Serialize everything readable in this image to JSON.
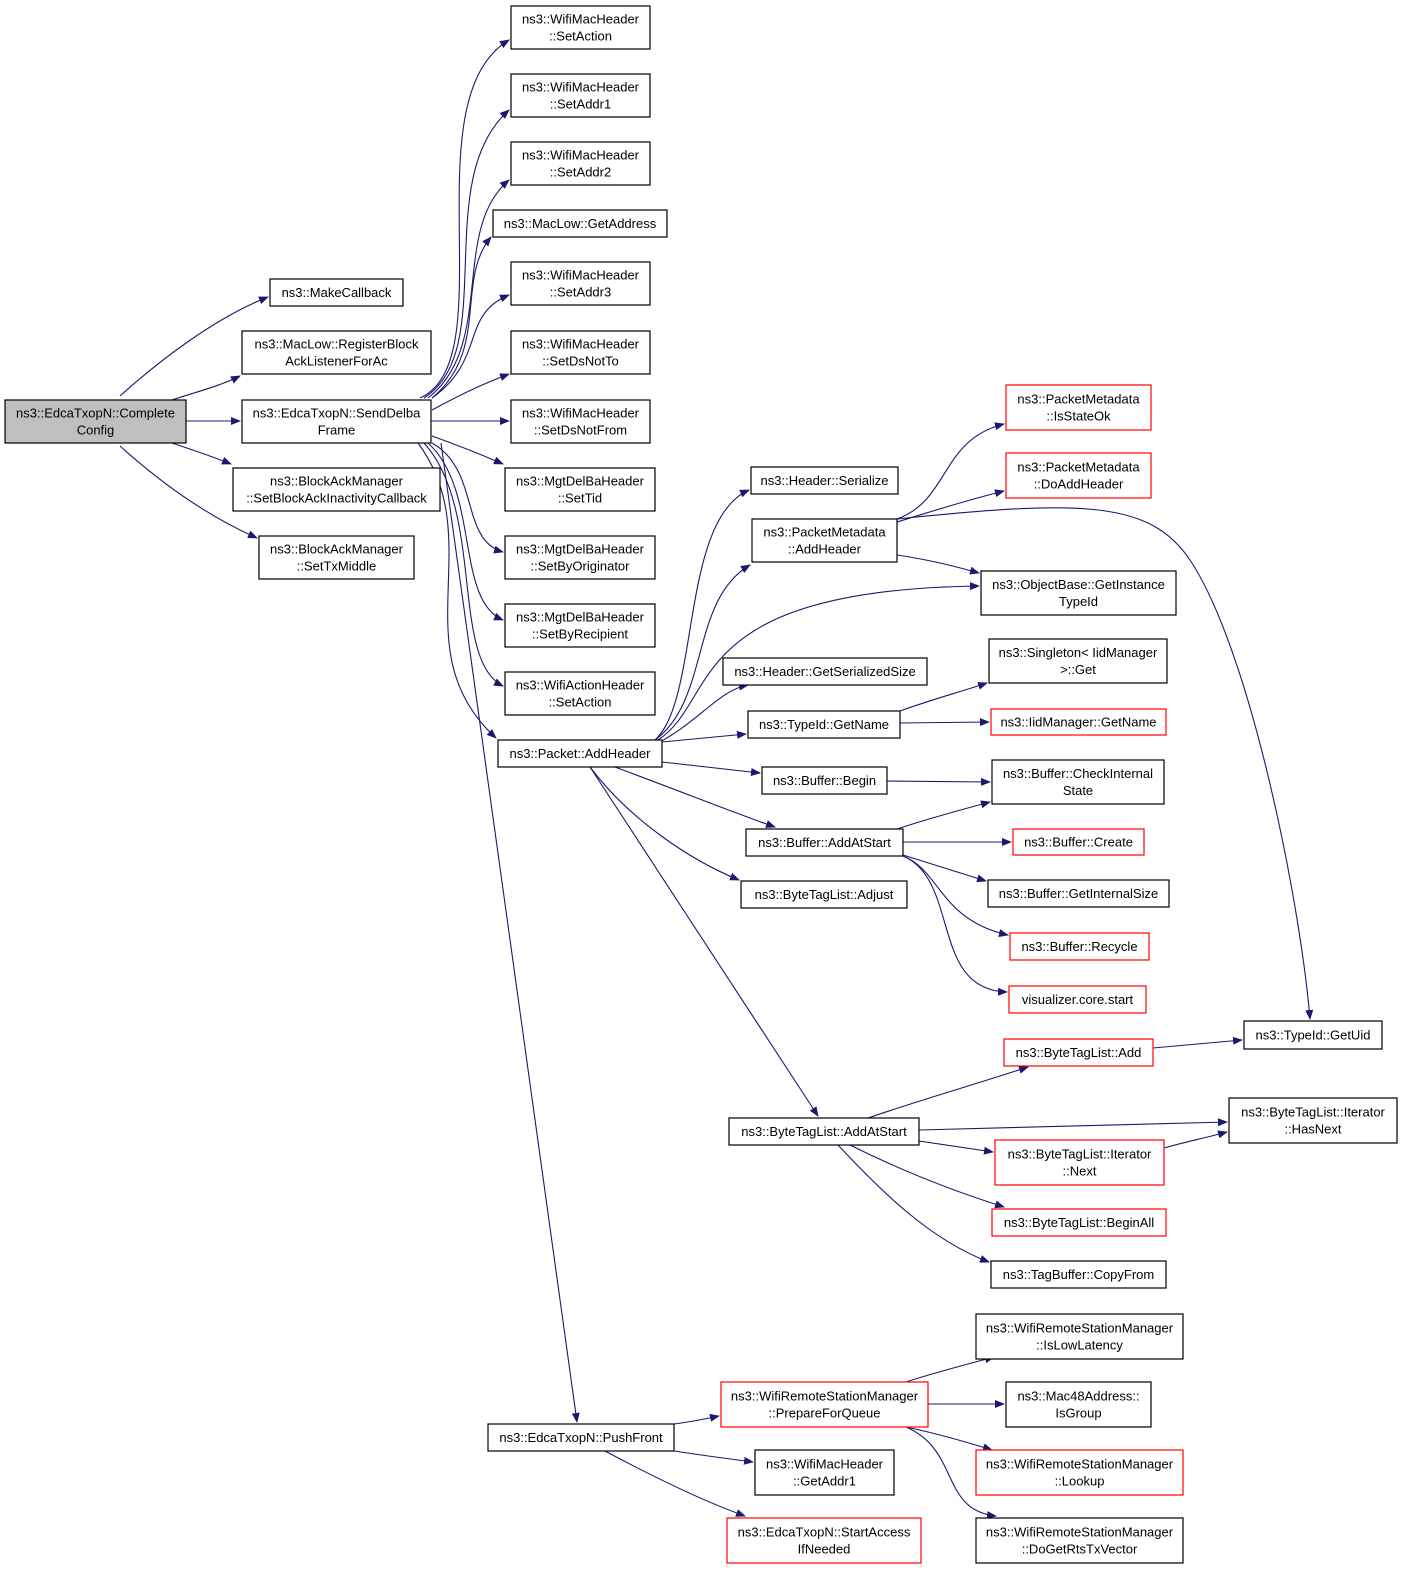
{
  "colors": {
    "edge": "#191970",
    "node_border": "#000000",
    "node_border_link": "#ff0000",
    "focus_fill": "#bfbfbf",
    "node_fill": "#ffffff"
  },
  "nodes": [
    {
      "id": "complete_config",
      "lines": [
        "ns3::EdcaTxopN::Complete",
        "Config"
      ],
      "style": "focus"
    },
    {
      "id": "make_callback",
      "lines": [
        "ns3::MakeCallback"
      ],
      "style": "normal"
    },
    {
      "id": "register_block_ack",
      "lines": [
        "ns3::MacLow::RegisterBlock",
        "AckListenerForAc"
      ],
      "style": "normal"
    },
    {
      "id": "send_delba_frame",
      "lines": [
        "ns3::EdcaTxopN::SendDelba",
        "Frame"
      ],
      "style": "normal"
    },
    {
      "id": "set_block_ack_inactivity",
      "lines": [
        "ns3::BlockAckManager",
        "::SetBlockAckInactivityCallback"
      ],
      "style": "normal"
    },
    {
      "id": "set_tx_middle",
      "lines": [
        "ns3::BlockAckManager",
        "::SetTxMiddle"
      ],
      "style": "normal"
    },
    {
      "id": "set_action_mac",
      "lines": [
        "ns3::WifiMacHeader",
        "::SetAction"
      ],
      "style": "normal"
    },
    {
      "id": "set_addr1",
      "lines": [
        "ns3::WifiMacHeader",
        "::SetAddr1"
      ],
      "style": "normal"
    },
    {
      "id": "set_addr2",
      "lines": [
        "ns3::WifiMacHeader",
        "::SetAddr2"
      ],
      "style": "normal"
    },
    {
      "id": "maclow_get_address",
      "lines": [
        "ns3::MacLow::GetAddress"
      ],
      "style": "normal"
    },
    {
      "id": "set_addr3",
      "lines": [
        "ns3::WifiMacHeader",
        "::SetAddr3"
      ],
      "style": "normal"
    },
    {
      "id": "set_ds_not_to",
      "lines": [
        "ns3::WifiMacHeader",
        "::SetDsNotTo"
      ],
      "style": "normal"
    },
    {
      "id": "set_ds_not_from",
      "lines": [
        "ns3::WifiMacHeader",
        "::SetDsNotFrom"
      ],
      "style": "normal"
    },
    {
      "id": "set_tid",
      "lines": [
        "ns3::MgtDelBaHeader",
        "::SetTid"
      ],
      "style": "normal"
    },
    {
      "id": "set_by_originator",
      "lines": [
        "ns3::MgtDelBaHeader",
        "::SetByOriginator"
      ],
      "style": "normal"
    },
    {
      "id": "set_by_recipient",
      "lines": [
        "ns3::MgtDelBaHeader",
        "::SetByRecipient"
      ],
      "style": "normal"
    },
    {
      "id": "wifi_action_set_action",
      "lines": [
        "ns3::WifiActionHeader",
        "::SetAction"
      ],
      "style": "normal"
    },
    {
      "id": "packet_add_header",
      "lines": [
        "ns3::Packet::AddHeader"
      ],
      "style": "normal"
    },
    {
      "id": "push_front",
      "lines": [
        "ns3::EdcaTxopN::PushFront"
      ],
      "style": "normal"
    },
    {
      "id": "header_serialize",
      "lines": [
        "ns3::Header::Serialize"
      ],
      "style": "normal"
    },
    {
      "id": "metadata_add_header",
      "lines": [
        "ns3::PacketMetadata",
        "::AddHeader"
      ],
      "style": "normal"
    },
    {
      "id": "header_get_serialized_size",
      "lines": [
        "ns3::Header::GetSerializedSize"
      ],
      "style": "normal"
    },
    {
      "id": "typeid_get_name",
      "lines": [
        "ns3::TypeId::GetName"
      ],
      "style": "normal"
    },
    {
      "id": "buffer_begin",
      "lines": [
        "ns3::Buffer::Begin"
      ],
      "style": "normal"
    },
    {
      "id": "buffer_add_at_start",
      "lines": [
        "ns3::Buffer::AddAtStart"
      ],
      "style": "normal"
    },
    {
      "id": "bytetaglist_adjust",
      "lines": [
        "ns3::ByteTagList::Adjust"
      ],
      "style": "normal"
    },
    {
      "id": "bytetaglist_add_at_start",
      "lines": [
        "ns3::ByteTagList::AddAtStart"
      ],
      "style": "normal"
    },
    {
      "id": "metadata_is_state_ok",
      "lines": [
        "ns3::PacketMetadata",
        "::IsStateOk"
      ],
      "style": "link"
    },
    {
      "id": "metadata_do_add_header",
      "lines": [
        "ns3::PacketMetadata",
        "::DoAddHeader"
      ],
      "style": "link"
    },
    {
      "id": "objectbase_get_instance_typeid",
      "lines": [
        "ns3::ObjectBase::GetInstance",
        "TypeId"
      ],
      "style": "normal"
    },
    {
      "id": "singleton_get",
      "lines": [
        "ns3::Singleton< IidManager",
        ">::Get"
      ],
      "style": "normal"
    },
    {
      "id": "iidmanager_get_name",
      "lines": [
        "ns3::IidManager::GetName"
      ],
      "style": "link"
    },
    {
      "id": "buffer_check_internal_state",
      "lines": [
        "ns3::Buffer::CheckInternal",
        "State"
      ],
      "style": "normal"
    },
    {
      "id": "buffer_create",
      "lines": [
        "ns3::Buffer::Create"
      ],
      "style": "link"
    },
    {
      "id": "buffer_get_internal_size",
      "lines": [
        "ns3::Buffer::GetInternalSize"
      ],
      "style": "normal"
    },
    {
      "id": "buffer_recycle",
      "lines": [
        "ns3::Buffer::Recycle"
      ],
      "style": "link"
    },
    {
      "id": "visualizer_core_start",
      "lines": [
        "visualizer.core.start"
      ],
      "style": "link"
    },
    {
      "id": "typeid_get_uid",
      "lines": [
        "ns3::TypeId::GetUid"
      ],
      "style": "normal"
    },
    {
      "id": "bytetaglist_add",
      "lines": [
        "ns3::ByteTagList::Add"
      ],
      "style": "link"
    },
    {
      "id": "iterator_has_next",
      "lines": [
        "ns3::ByteTagList::Iterator",
        "::HasNext"
      ],
      "style": "normal"
    },
    {
      "id": "iterator_next",
      "lines": [
        "ns3::ByteTagList::Iterator",
        "::Next"
      ],
      "style": "link"
    },
    {
      "id": "bytetaglist_begin_all",
      "lines": [
        "ns3::ByteTagList::BeginAll"
      ],
      "style": "link"
    },
    {
      "id": "tagbuffer_copy_from",
      "lines": [
        "ns3::TagBuffer::CopyFrom"
      ],
      "style": "normal"
    },
    {
      "id": "prepare_for_queue",
      "lines": [
        "ns3::WifiRemoteStationManager",
        "::PrepareForQueue"
      ],
      "style": "link"
    },
    {
      "id": "get_addr1",
      "lines": [
        "ns3::WifiMacHeader",
        "::GetAddr1"
      ],
      "style": "normal"
    },
    {
      "id": "start_access_if_needed",
      "lines": [
        "ns3::EdcaTxopN::StartAccess",
        "IfNeeded"
      ],
      "style": "link"
    },
    {
      "id": "is_low_latency",
      "lines": [
        "ns3::WifiRemoteStationManager",
        "::IsLowLatency"
      ],
      "style": "normal"
    },
    {
      "id": "mac48_is_group",
      "lines": [
        "ns3::Mac48Address::",
        "IsGroup"
      ],
      "style": "normal"
    },
    {
      "id": "manager_lookup",
      "lines": [
        "ns3::WifiRemoteStationManager",
        "::Lookup"
      ],
      "style": "link"
    },
    {
      "id": "do_get_rts_tx_vector",
      "lines": [
        "ns3::WifiRemoteStationManager",
        "::DoGetRtsTxVector"
      ],
      "style": "normal"
    }
  ],
  "edges": [
    [
      "complete_config",
      "make_callback"
    ],
    [
      "complete_config",
      "register_block_ack"
    ],
    [
      "complete_config",
      "send_delba_frame"
    ],
    [
      "complete_config",
      "set_block_ack_inactivity"
    ],
    [
      "complete_config",
      "set_tx_middle"
    ],
    [
      "send_delba_frame",
      "set_action_mac"
    ],
    [
      "send_delba_frame",
      "set_addr1"
    ],
    [
      "send_delba_frame",
      "set_addr2"
    ],
    [
      "send_delba_frame",
      "maclow_get_address"
    ],
    [
      "send_delba_frame",
      "set_addr3"
    ],
    [
      "send_delba_frame",
      "set_ds_not_to"
    ],
    [
      "send_delba_frame",
      "set_ds_not_from"
    ],
    [
      "send_delba_frame",
      "set_tid"
    ],
    [
      "send_delba_frame",
      "set_by_originator"
    ],
    [
      "send_delba_frame",
      "set_by_recipient"
    ],
    [
      "send_delba_frame",
      "wifi_action_set_action"
    ],
    [
      "send_delba_frame",
      "packet_add_header"
    ],
    [
      "send_delba_frame",
      "push_front"
    ],
    [
      "packet_add_header",
      "header_serialize"
    ],
    [
      "packet_add_header",
      "metadata_add_header"
    ],
    [
      "packet_add_header",
      "objectbase_get_instance_typeid"
    ],
    [
      "packet_add_header",
      "header_get_serialized_size"
    ],
    [
      "packet_add_header",
      "typeid_get_name"
    ],
    [
      "packet_add_header",
      "buffer_begin"
    ],
    [
      "packet_add_header",
      "buffer_add_at_start"
    ],
    [
      "packet_add_header",
      "bytetaglist_adjust"
    ],
    [
      "packet_add_header",
      "bytetaglist_add_at_start"
    ],
    [
      "metadata_add_header",
      "metadata_is_state_ok"
    ],
    [
      "metadata_add_header",
      "metadata_do_add_header"
    ],
    [
      "metadata_add_header",
      "typeid_get_uid"
    ],
    [
      "metadata_add_header",
      "objectbase_get_instance_typeid"
    ],
    [
      "typeid_get_name",
      "singleton_get"
    ],
    [
      "typeid_get_name",
      "iidmanager_get_name"
    ],
    [
      "buffer_begin",
      "buffer_check_internal_state"
    ],
    [
      "buffer_add_at_start",
      "buffer_check_internal_state"
    ],
    [
      "buffer_add_at_start",
      "buffer_create"
    ],
    [
      "buffer_add_at_start",
      "buffer_get_internal_size"
    ],
    [
      "buffer_add_at_start",
      "buffer_recycle"
    ],
    [
      "buffer_add_at_start",
      "visualizer_core_start"
    ],
    [
      "bytetaglist_add_at_start",
      "bytetaglist_add"
    ],
    [
      "bytetaglist_add_at_start",
      "iterator_has_next"
    ],
    [
      "bytetaglist_add_at_start",
      "iterator_next"
    ],
    [
      "bytetaglist_add_at_start",
      "bytetaglist_begin_all"
    ],
    [
      "bytetaglist_add_at_start",
      "tagbuffer_copy_from"
    ],
    [
      "bytetaglist_add",
      "typeid_get_uid"
    ],
    [
      "iterator_next",
      "iterator_has_next"
    ],
    [
      "push_front",
      "prepare_for_queue"
    ],
    [
      "push_front",
      "get_addr1"
    ],
    [
      "push_front",
      "start_access_if_needed"
    ],
    [
      "prepare_for_queue",
      "is_low_latency"
    ],
    [
      "prepare_for_queue",
      "mac48_is_group"
    ],
    [
      "prepare_for_queue",
      "manager_lookup"
    ],
    [
      "prepare_for_queue",
      "do_get_rts_tx_vector"
    ]
  ]
}
